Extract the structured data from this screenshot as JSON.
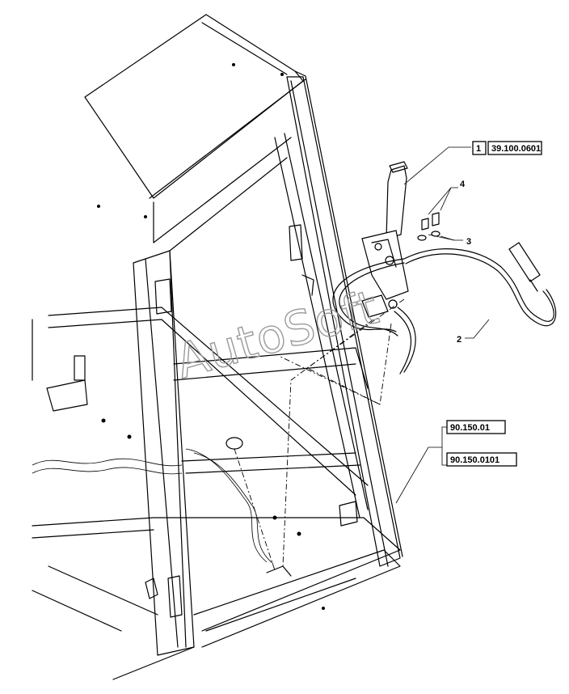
{
  "callouts": {
    "ref_1_index": "1",
    "ref_1_code": "39.100.0601",
    "ref_2_index": "2",
    "ref_3_index": "3",
    "ref_4_index": "4",
    "ref_frame_code_a": "90.150.01",
    "ref_frame_code_b": "90.150.0101"
  },
  "watermark": {
    "text": "AutoSoft"
  }
}
